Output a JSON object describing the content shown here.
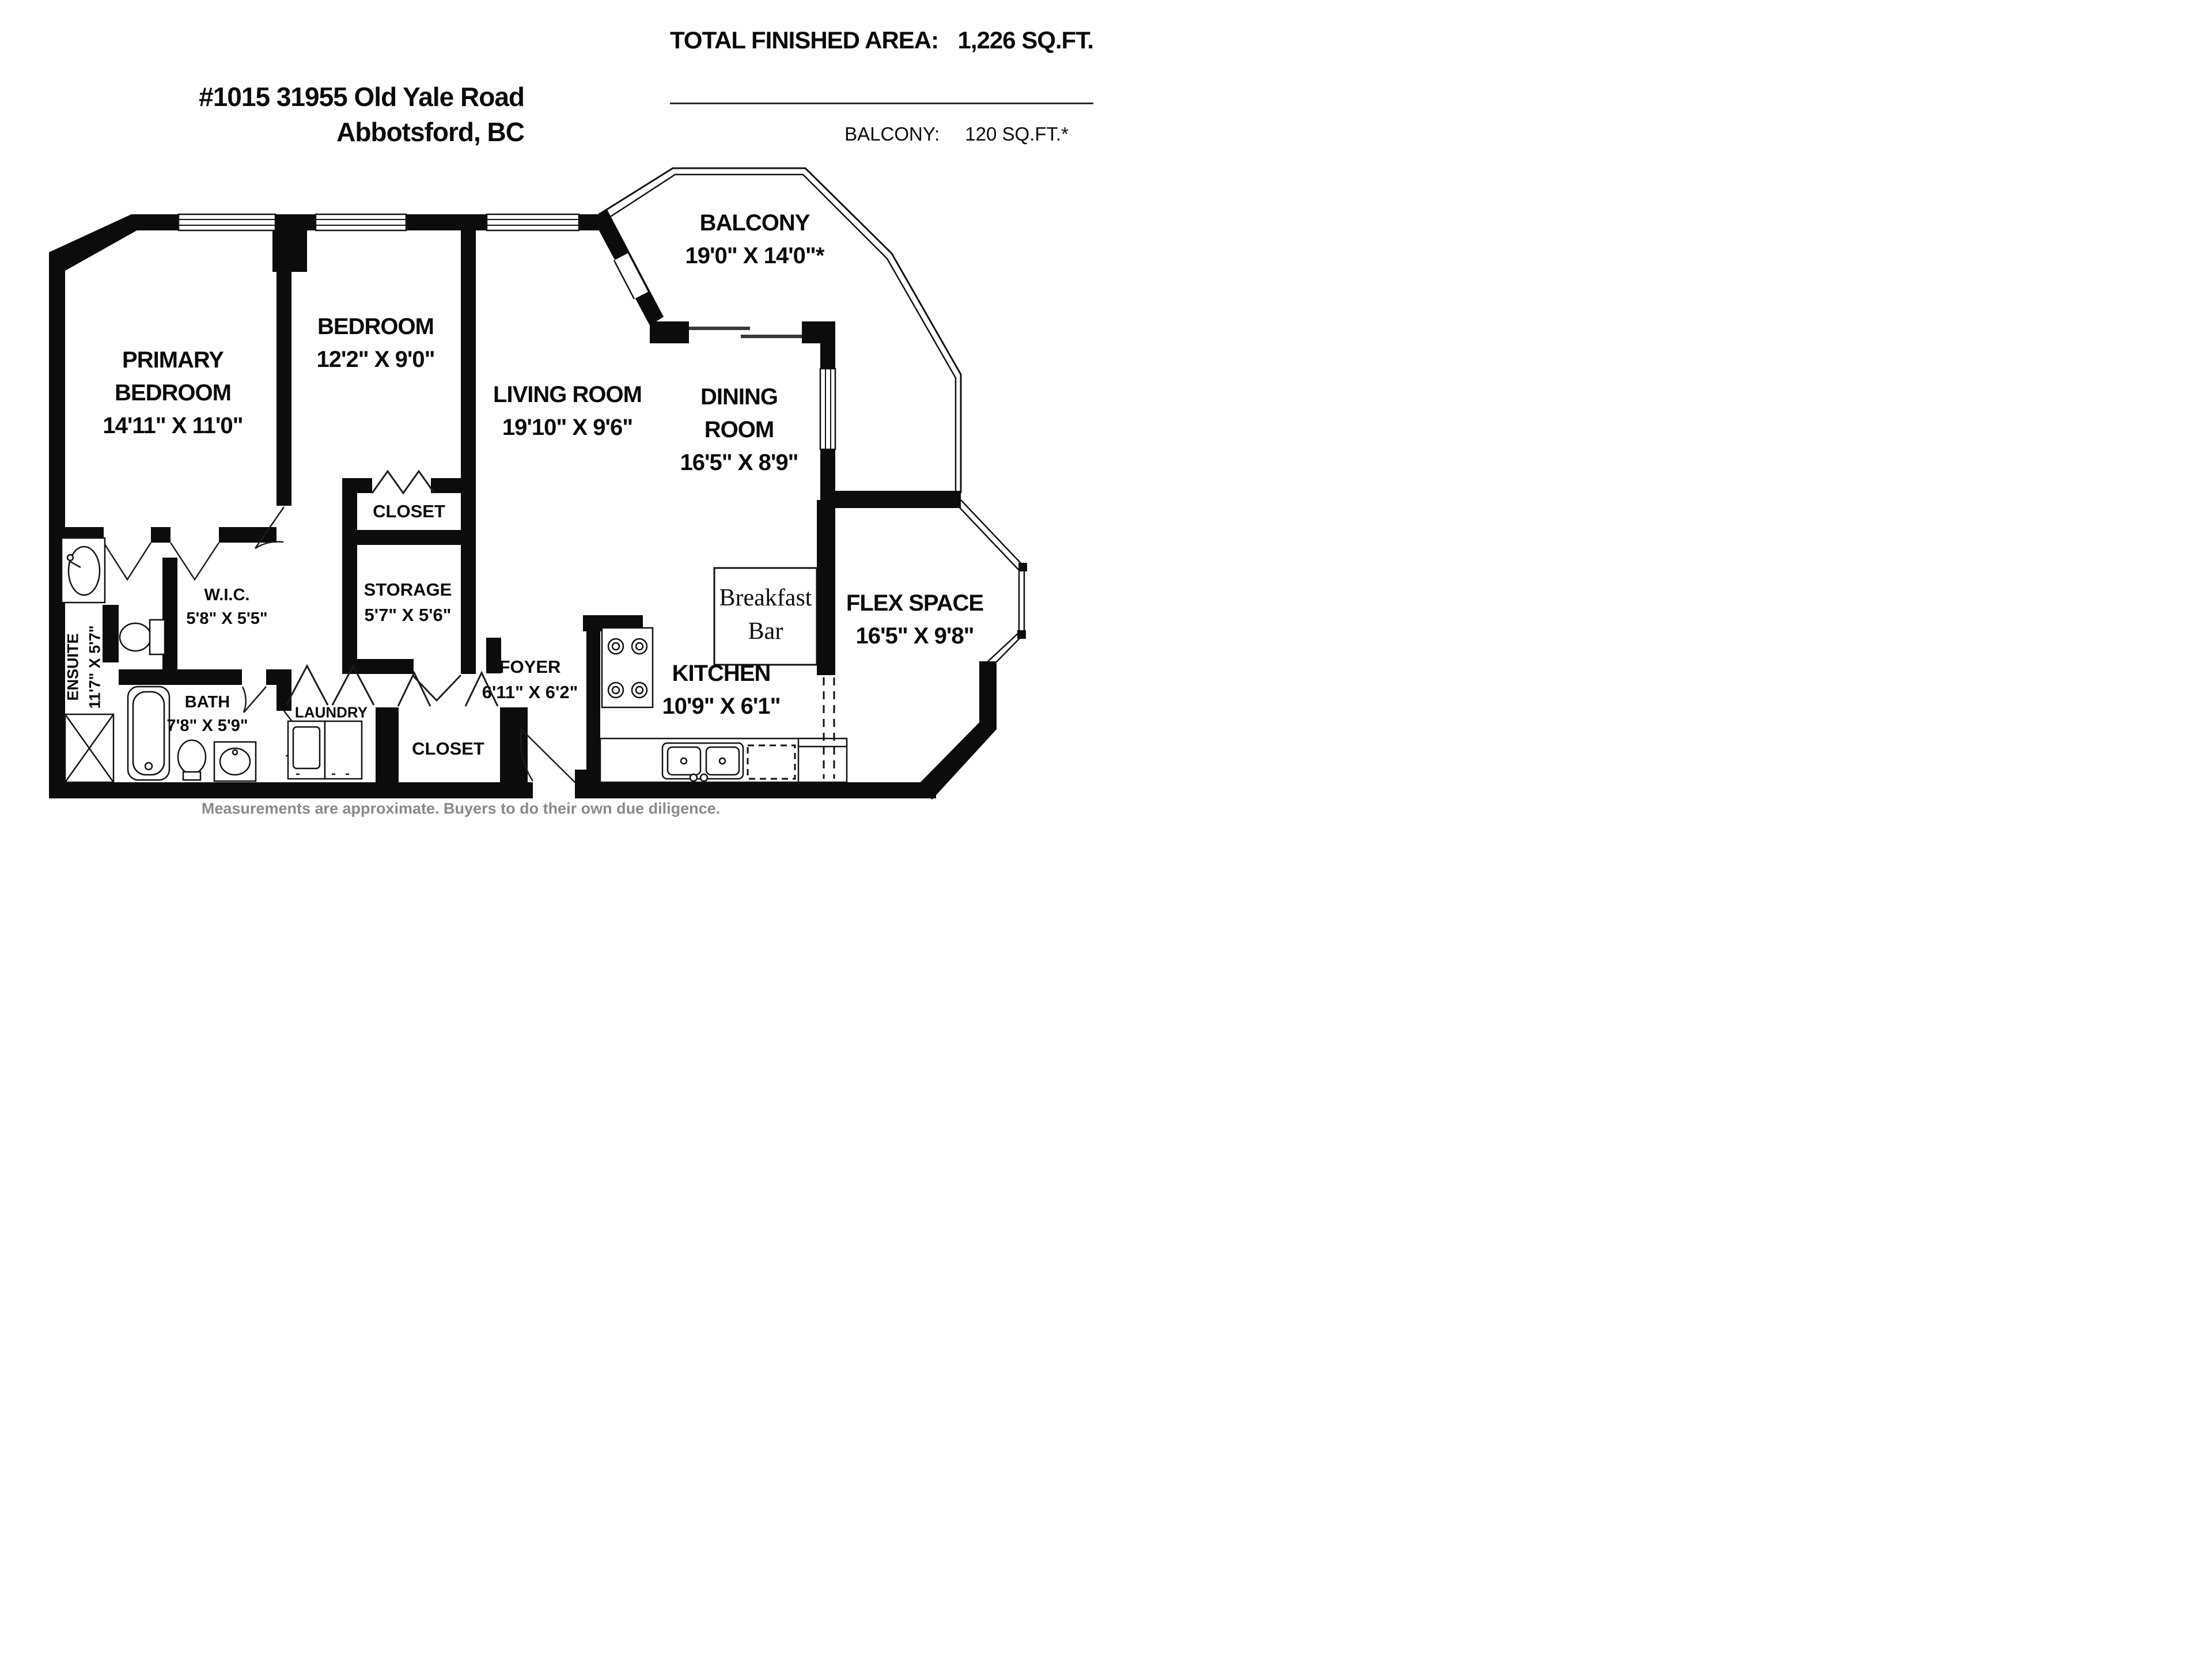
{
  "header": {
    "address_line1": "#1015 31955 Old Yale Road",
    "address_line2": "Abbotsford, BC",
    "total_area_label": "TOTAL FINISHED AREA:",
    "total_area_value": "1,226 SQ.FT.",
    "balcony_area_label": "BALCONY:",
    "balcony_area_value": "120  SQ.FT.*"
  },
  "rooms": {
    "balcony": {
      "name": "BALCONY",
      "dims": "19'0\" X 14'0\"*"
    },
    "primary_bedroom": {
      "name_line1": "PRIMARY",
      "name_line2": "BEDROOM",
      "dims": "14'11\" X 11'0\""
    },
    "bedroom": {
      "name": "BEDROOM",
      "dims": "12'2\" X 9'0\""
    },
    "living_room": {
      "name": "LIVING ROOM",
      "dims": "19'10\" X 9'6\""
    },
    "dining_room": {
      "name_line1": "DINING",
      "name_line2": "ROOM",
      "dims": "16'5\" X 8'9\""
    },
    "closet_upper": {
      "name": "CLOSET"
    },
    "storage": {
      "name": "STORAGE",
      "dims": "5'7\" X 5'6\""
    },
    "wic": {
      "name": "W.I.C.",
      "dims": "5'8\" X 5'5\""
    },
    "ensuite": {
      "name": "ENSUITE",
      "dims": "11'7\" X 5'7\""
    },
    "bath": {
      "name": "BATH",
      "dims": "7'8\" X 5'9\""
    },
    "laundry": {
      "name": "LAUNDRY"
    },
    "foyer": {
      "name": "FOYER",
      "dims": "6'11\" X 6'2\""
    },
    "closet_lower": {
      "name": "CLOSET"
    },
    "kitchen": {
      "name": "KITCHEN",
      "dims": "10'9\" X 6'1\""
    },
    "breakfast_bar": {
      "name_line1": "Breakfast",
      "name_line2": "Bar"
    },
    "flex_space": {
      "name": "FLEX SPACE",
      "dims": "16'5\" X 9'8\""
    }
  },
  "footer": {
    "disclaimer": "Measurements are approximate.  Buyers to do their own due diligence."
  }
}
